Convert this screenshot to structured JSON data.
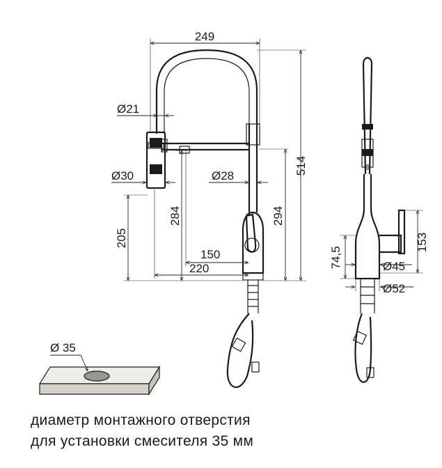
{
  "front_view": {
    "width_total": "249",
    "hose_diameter": "Ø21",
    "spray_diameter": "Ø30",
    "body_diameter": "Ø28",
    "height_total": "514",
    "height_spout": "294",
    "height_spray_low": "205",
    "height_spray_high": "284",
    "reach_inner": "150",
    "reach_outer": "220"
  },
  "side_view": {
    "height_handle": "153",
    "height_base": "74,5",
    "base_diameter": "Ø45",
    "mount_diameter": "Ø52"
  },
  "countertop": {
    "hole_diameter": "Ø 35"
  },
  "caption": {
    "line1": "диаметр монтажного отверстия",
    "line2": "для установки смесителя 35 мм"
  }
}
